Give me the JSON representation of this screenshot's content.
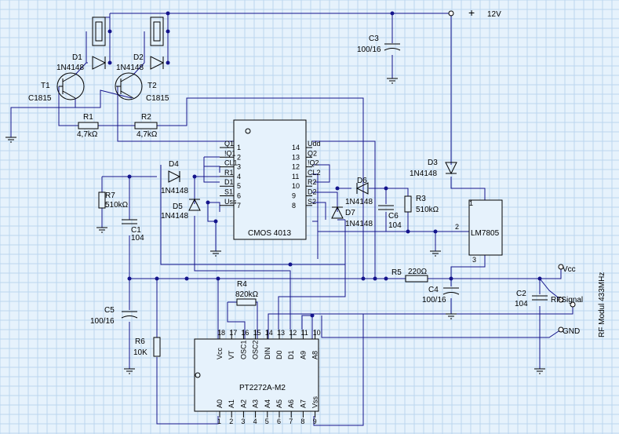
{
  "supply": {
    "plus": "+",
    "label": "12V"
  },
  "transistors": {
    "t1": {
      "ref": "T1",
      "part": "C1815"
    },
    "t2": {
      "ref": "T2",
      "part": "C1815"
    }
  },
  "diodes": {
    "d1": {
      "ref": "D1",
      "part": "1N4148"
    },
    "d2": {
      "ref": "D2",
      "part": "1N4148"
    },
    "d3": {
      "ref": "D3",
      "part": "1N4148"
    },
    "d4": {
      "ref": "D4",
      "part": "1N4148"
    },
    "d5": {
      "ref": "D5",
      "part": "1N4148"
    },
    "d6": {
      "ref": "D6",
      "part": "1N4148"
    },
    "d7": {
      "ref": "D7",
      "part": "1N4148"
    }
  },
  "resistors": {
    "r1": {
      "ref": "R1",
      "value": "4,7kΩ"
    },
    "r2": {
      "ref": "R2",
      "value": "4,7kΩ"
    },
    "r3": {
      "ref": "R3",
      "value": "510kΩ"
    },
    "r4": {
      "ref": "R4",
      "value": "820kΩ"
    },
    "r5": {
      "ref": "R5",
      "value": "220Ω"
    },
    "r6": {
      "ref": "R6",
      "value": "10K"
    },
    "r7": {
      "ref": "R7",
      "value": "510kΩ"
    }
  },
  "capacitors": {
    "c1": {
      "ref": "C1",
      "value": "104"
    },
    "c2": {
      "ref": "C2",
      "value": "104"
    },
    "c3": {
      "ref": "C3",
      "value": "100/16"
    },
    "c4": {
      "ref": "C4",
      "value": "100/16"
    },
    "c5": {
      "ref": "C5",
      "value": "100/16"
    },
    "c6": {
      "ref": "C6",
      "value": "104"
    }
  },
  "cmos4013": {
    "name": "CMOS 4013",
    "left_pins": [
      {
        "num": "1",
        "name": "Q1"
      },
      {
        "num": "2",
        "name": "!Q1"
      },
      {
        "num": "3",
        "name": "CL1"
      },
      {
        "num": "4",
        "name": "R1"
      },
      {
        "num": "5",
        "name": "D1"
      },
      {
        "num": "6",
        "name": "S1"
      },
      {
        "num": "7",
        "name": "Uss"
      }
    ],
    "right_pins": [
      {
        "num": "14",
        "name": "Udd"
      },
      {
        "num": "13",
        "name": "Q2"
      },
      {
        "num": "12",
        "name": "!Q2"
      },
      {
        "num": "11",
        "name": "CL2"
      },
      {
        "num": "10",
        "name": "R2"
      },
      {
        "num": "9",
        "name": "D2"
      },
      {
        "num": "8",
        "name": "S2"
      }
    ]
  },
  "regulator": {
    "name": "LM7805",
    "pin1": "1",
    "pin2": "2",
    "pin3": "3"
  },
  "pt2272": {
    "name": "PT2272A-M2",
    "top_pins": [
      {
        "num": "18",
        "name": "Vcc"
      },
      {
        "num": "17",
        "name": "VT"
      },
      {
        "num": "16",
        "name": "OSC1"
      },
      {
        "num": "15",
        "name": "OSC2"
      },
      {
        "num": "14",
        "name": "DIN"
      },
      {
        "num": "13",
        "name": "D0"
      },
      {
        "num": "12",
        "name": "D1"
      },
      {
        "num": "11",
        "name": "A9"
      },
      {
        "num": "10",
        "name": "A8"
      }
    ],
    "bottom_pins": [
      {
        "num": "1",
        "name": "A0"
      },
      {
        "num": "2",
        "name": "A1"
      },
      {
        "num": "3",
        "name": "A2"
      },
      {
        "num": "4",
        "name": "A3"
      },
      {
        "num": "5",
        "name": "A4"
      },
      {
        "num": "6",
        "name": "A5"
      },
      {
        "num": "7",
        "name": "A6"
      },
      {
        "num": "8",
        "name": "A7"
      },
      {
        "num": "9",
        "name": "Vss"
      }
    ]
  },
  "rf_module": {
    "vcc": "Vcc",
    "signal": "RFSignal",
    "gnd": "GND",
    "title": "RF Modul 433MHz"
  }
}
